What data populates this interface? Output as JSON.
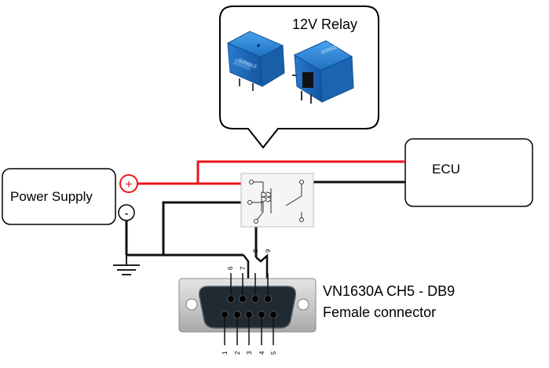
{
  "callout": {
    "title": "12V Relay"
  },
  "power_supply": {
    "label": "Power Supply",
    "plus": "+",
    "minus": "-"
  },
  "ecu": {
    "label": "ECU"
  },
  "connector": {
    "line1": "VN1630A CH5 - DB9",
    "line2": "Female connector"
  },
  "relay_images": [
    {
      "marking": "SONGLE"
    },
    {
      "marking": "SONGLE"
    }
  ],
  "pins_top": [
    "6",
    "7",
    "8",
    "9"
  ],
  "pins_bottom": [
    "1",
    "2",
    "3",
    "4",
    "5"
  ],
  "colors": {
    "wire_red": "#e8141b",
    "wire_black": "#111111",
    "relay_blue": "#2c7fd0"
  }
}
